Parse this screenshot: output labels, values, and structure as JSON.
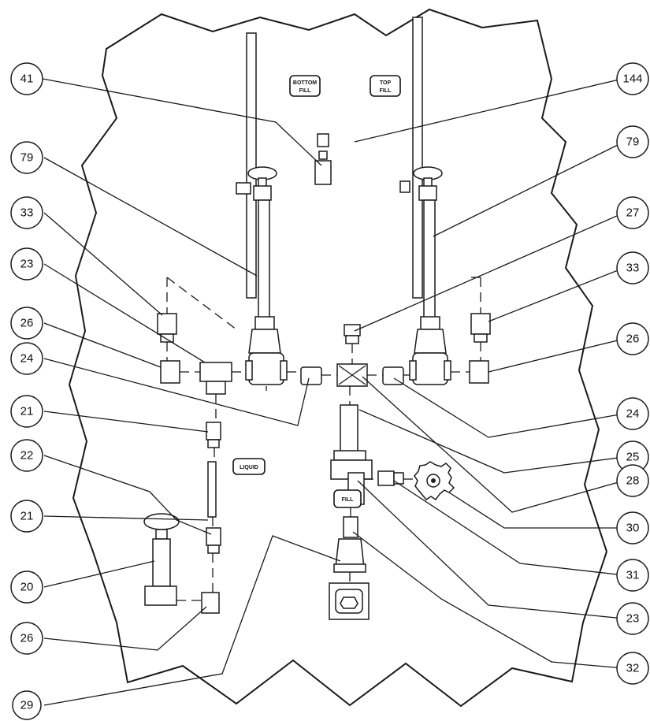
{
  "tags": {
    "bottom_fill": [
      "BOTTOM",
      "FILL"
    ],
    "top_fill": [
      "TOP",
      "FILL"
    ],
    "liquid": "LIQUID",
    "fill": "FILL"
  },
  "callouts": {
    "left": [
      "41",
      "79",
      "33",
      "23",
      "26",
      "24",
      "21",
      "22",
      "21",
      "20",
      "26",
      "29"
    ],
    "right": [
      "144",
      "79",
      "27",
      "33",
      "26",
      "24",
      "25",
      "28",
      "30",
      "31",
      "23",
      "32"
    ]
  },
  "colors": {
    "line": "#1a1a1a",
    "background": "#ffffff"
  }
}
